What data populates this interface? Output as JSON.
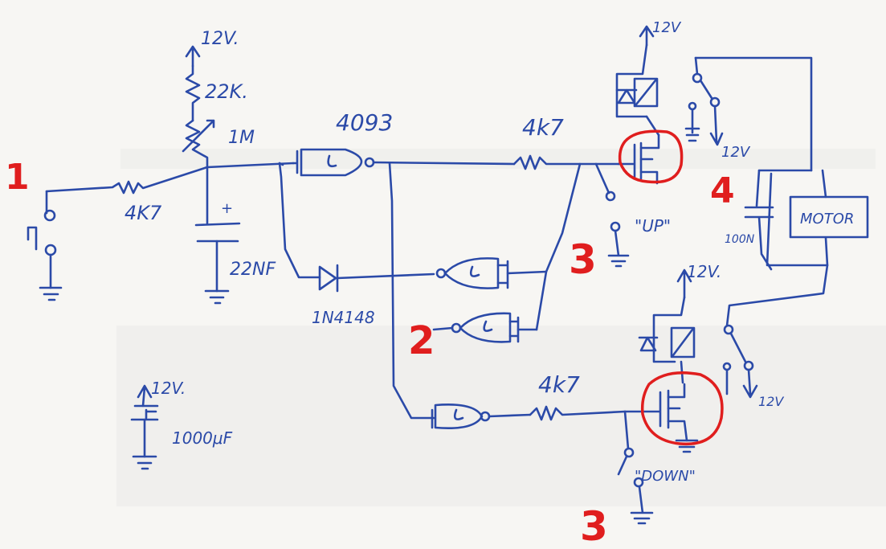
{
  "labels": {
    "supply_top": "12V.",
    "r_22k": "22K.",
    "r_1m": "1M",
    "ic": "4093",
    "r_4k7_input": "4K7",
    "r_4k7_up": "4k7",
    "r_4k7_down": "4k7",
    "cap_22nf": "22NF",
    "diode": "1N4148",
    "relay_up_supply": "12V",
    "relay_up_contact": "12V",
    "relay_down_supply": "12V.",
    "relay_down_contact": "12V",
    "cap_100n": "100N",
    "motor": "MOTOR",
    "switch_up": "\"UP\"",
    "switch_down": "\"DOWN\"",
    "cap_1000uf_supply": "12V.",
    "cap_1000uf": "1000μF",
    "cap_plus": "+"
  },
  "annotations": {
    "n1": "1",
    "n2": "2",
    "n3a": "3",
    "n3b": "3",
    "n4": "4"
  },
  "colors": {
    "ink": "#2b4aa8",
    "annotation": "#e01e1e",
    "paper": "#f7f6f3"
  }
}
